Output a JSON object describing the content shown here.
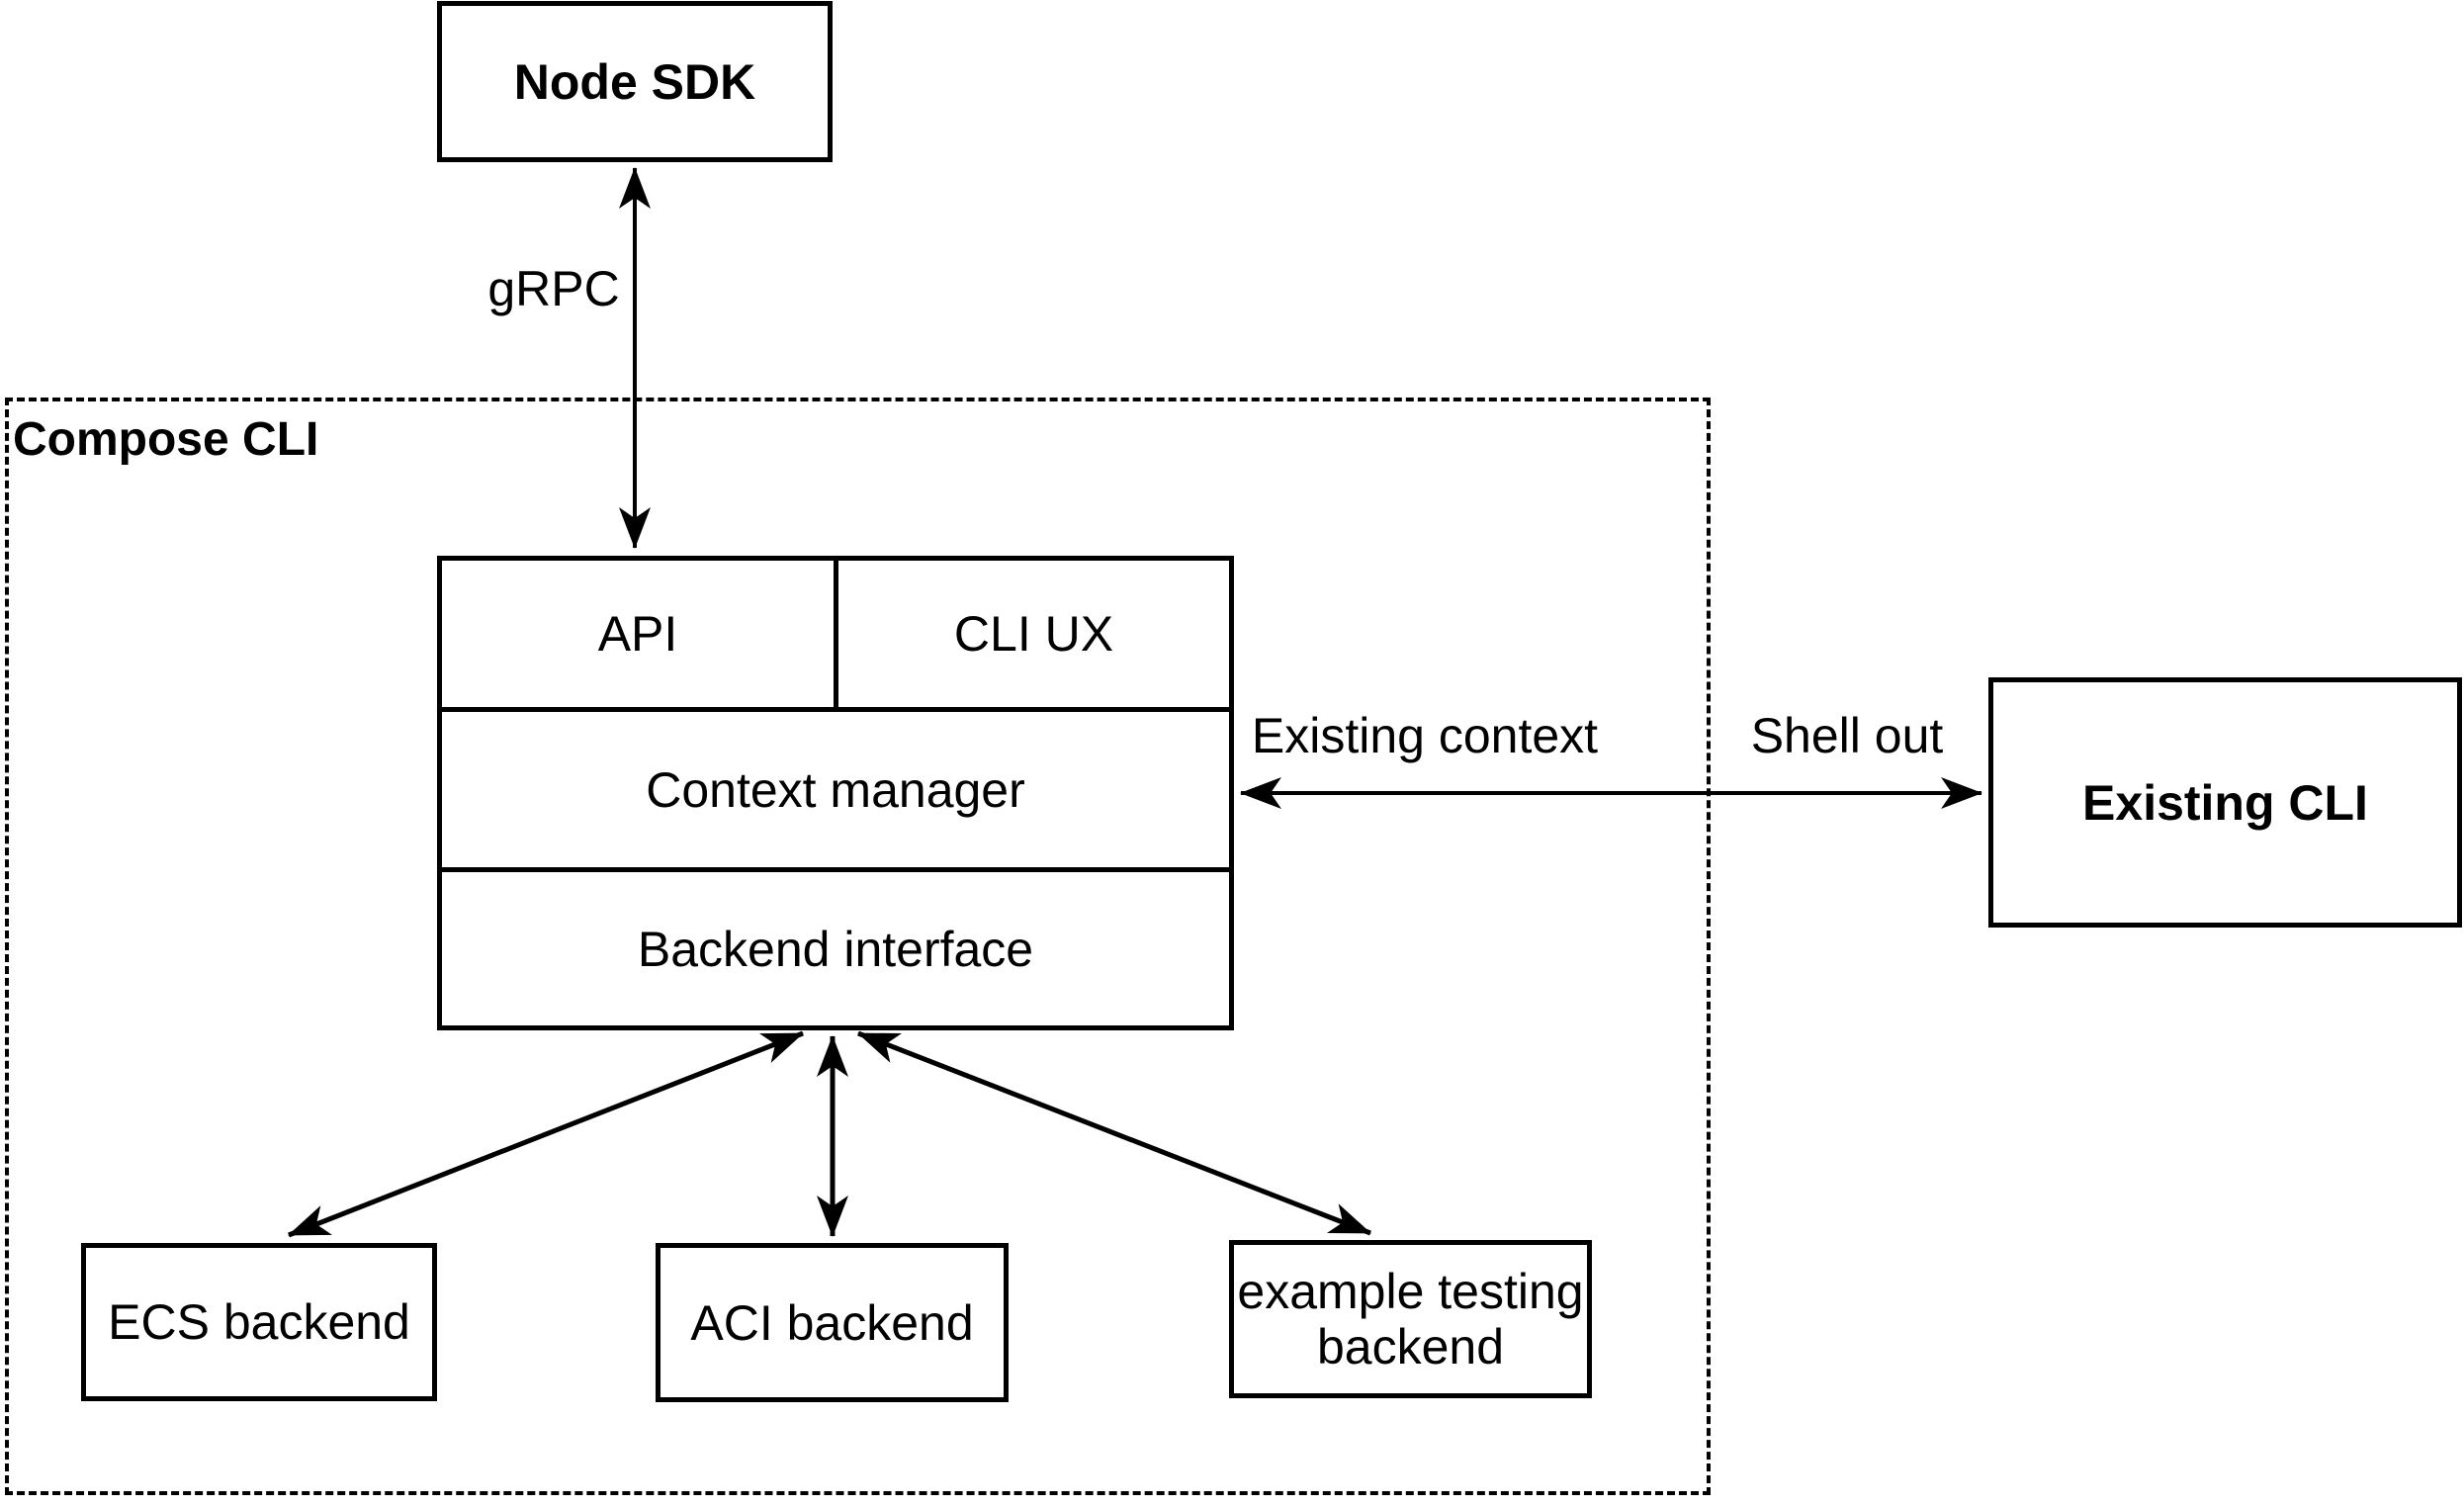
{
  "diagram": {
    "container": {
      "label": "Compose CLI"
    },
    "nodes": {
      "node_sdk": {
        "label": "Node SDK"
      },
      "api": {
        "label": "API"
      },
      "cli_ux": {
        "label": "CLI UX"
      },
      "context_manager": {
        "label": "Context manager"
      },
      "backend_interface": {
        "label": "Backend interface"
      },
      "ecs_backend": {
        "label": "ECS backend"
      },
      "aci_backend": {
        "label": "ACI backend"
      },
      "example_testing_backend": {
        "label": "example testing\nbackend"
      },
      "existing_cli": {
        "label": "Existing CLI"
      }
    },
    "edge_labels": {
      "grpc": "gRPC",
      "existing_context": "Existing context",
      "shell_out": "Shell out"
    },
    "colors": {
      "line": "#000000",
      "text": "#000000",
      "background": "#ffffff"
    }
  }
}
